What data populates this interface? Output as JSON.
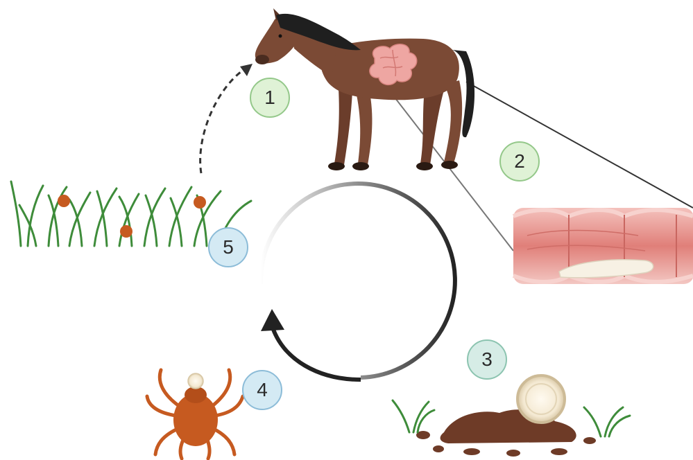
{
  "steps": [
    {
      "number": "1",
      "icon": "horse-icon",
      "color": "#dff2d6"
    },
    {
      "number": "2",
      "icon": "intestine-icon",
      "color": "#dff2d6"
    },
    {
      "number": "3",
      "icon": "egg-in-feces-icon",
      "color": "#d6ece6"
    },
    {
      "number": "4",
      "icon": "mite-icon",
      "color": "#d4eaf4"
    },
    {
      "number": "5",
      "icon": "grass-with-mites-icon",
      "color": "#d4eaf4"
    }
  ],
  "colors": {
    "horse_body": "#7b4a35",
    "horse_mane": "#1f1f1f",
    "intestine": "#e98e8a",
    "mite": "#c65a20",
    "grass": "#3e8c3a",
    "soil": "#6e3b27",
    "cycle_arrow": "#222222"
  }
}
